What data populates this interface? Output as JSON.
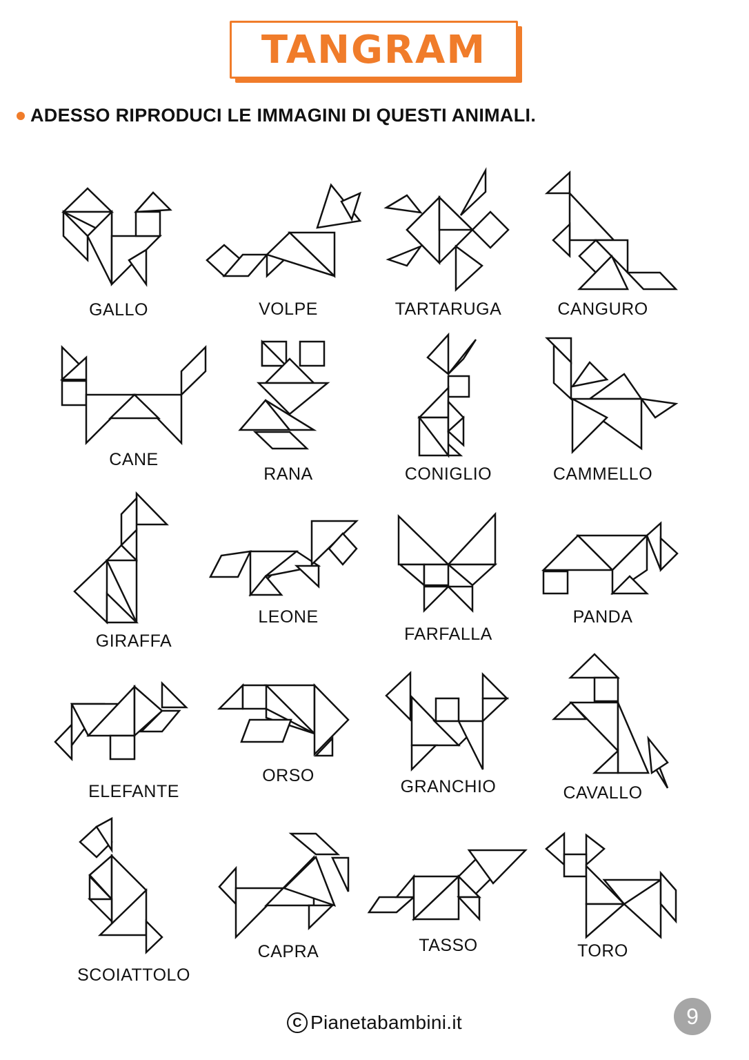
{
  "header": {
    "title": "TANGRAM"
  },
  "instruction": "ADESSO RIPRODUCI LE IMMAGINI DI QUESTI ANIMALI.",
  "animals": [
    {
      "name": "GALLO"
    },
    {
      "name": "VOLPE"
    },
    {
      "name": "TARTARUGA"
    },
    {
      "name": "CANGURO"
    },
    {
      "name": "CANE"
    },
    {
      "name": "RANA"
    },
    {
      "name": "CONIGLIO"
    },
    {
      "name": "CAMMELLO"
    },
    {
      "name": "GIRAFFA"
    },
    {
      "name": "LEONE"
    },
    {
      "name": "FARFALLA"
    },
    {
      "name": "PANDA"
    },
    {
      "name": "ELEFANTE"
    },
    {
      "name": "ORSO"
    },
    {
      "name": "GRANCHIO"
    },
    {
      "name": "CAVALLO"
    },
    {
      "name": "SCOIATTOLO"
    },
    {
      "name": "CAPRA"
    },
    {
      "name": "TASSO"
    },
    {
      "name": "TORO"
    }
  ],
  "footer": {
    "copyright_symbol": "C",
    "site": "Pianetabambini.it"
  },
  "page_number": "9",
  "colors": {
    "accent": "#f07c2a",
    "page_badge": "#a6a6a6"
  }
}
